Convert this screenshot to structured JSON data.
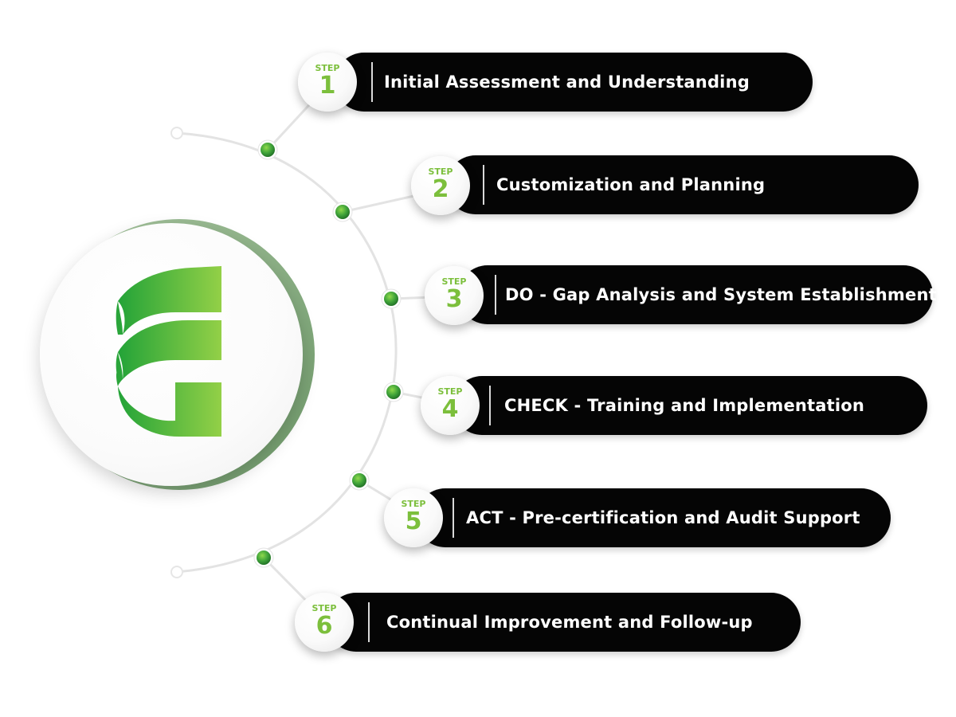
{
  "steps": [
    {
      "badge_word": "STEP",
      "number": "1",
      "label": "Initial Assessment and Understanding"
    },
    {
      "badge_word": "STEP",
      "number": "2",
      "label": "Customization and Planning"
    },
    {
      "badge_word": "STEP",
      "number": "3",
      "label": "DO - Gap Analysis and System Establishment"
    },
    {
      "badge_word": "STEP",
      "number": "4",
      "label": "CHECK - Training and Implementation"
    },
    {
      "badge_word": "STEP",
      "number": "5",
      "label": "ACT - Pre-certification and Audit Support"
    },
    {
      "badge_word": "STEP",
      "number": "6",
      "label": "Continual Improvement and Follow-up"
    }
  ],
  "colors": {
    "accent_green": "#7cbf3c",
    "logo_green_dark": "#2aa53a",
    "logo_green_light": "#8fcf46",
    "bar_black": "#050505",
    "ring_green": "#8aad84"
  },
  "logo": {
    "icon": "company-e-logo-icon"
  }
}
